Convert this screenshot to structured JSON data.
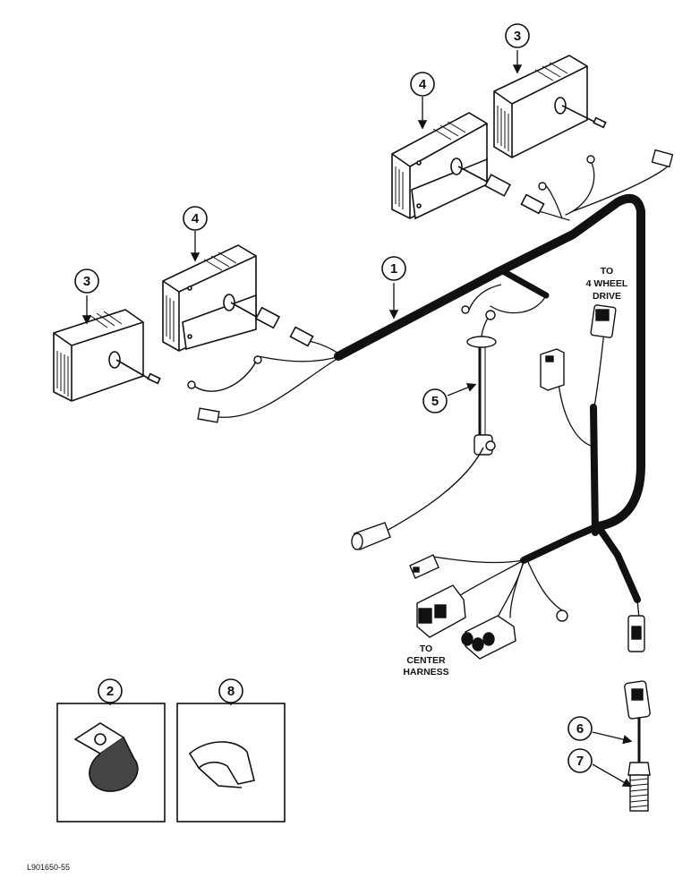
{
  "figure_id": "L901650-55",
  "callouts": [
    "1",
    "2",
    "3",
    "4",
    "5",
    "6",
    "7",
    "8"
  ],
  "notes": {
    "four_wheel_drive": [
      "TO",
      "4 WHEEL",
      "DRIVE"
    ],
    "center_harness": [
      "TO",
      "CENTER",
      "HARNESS"
    ]
  },
  "colors": {
    "ink": "#111111",
    "paper": "#ffffff",
    "shade": "#444444"
  }
}
